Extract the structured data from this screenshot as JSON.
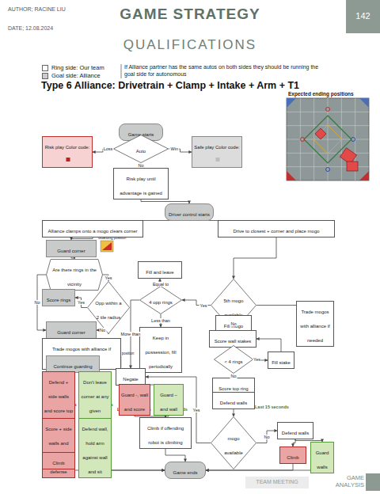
{
  "diagram": {
    "title": "GAME STRATEGY",
    "nodes": [
      {
        "text": [
          "Game starts"
        ]
      },
      {
        "text": [
          "Auto"
        ]
      },
      {
        "text": [
          "Risk play Color code:"
        ]
      },
      {
        "text": [
          "Safe play Color code:"
        ]
      },
      {
        "text": [
          "Risk play until advantage is gained"
        ]
      },
      {
        "text": [
          "Driver control starts"
        ]
      },
      {
        "text": [
          "Alliance clamps onto a mogo clears corner"
        ]
      },
      {
        "text": [
          "Drive to closest + corner and place mogo"
        ]
      },
      {
        "text": [
          "Guard corner"
        ]
      },
      {
        "text": [
          "Are there rings in the vicinity"
        ]
      },
      {
        "text": [
          "Score rings"
        ]
      },
      {
        "text": [
          "Opp within a 2 tile radius"
        ]
      },
      {
        "text": [
          "Guard corner"
        ]
      },
      {
        "text": [
          "Trade mogos with alliance if needed"
        ]
      },
      {
        "text": [
          "Continue guarding"
        ]
      },
      {
        "text": [
          "Defend + side walls and score top ring"
        ]
      },
      {
        "text": [
          "Don't leave corner at any given moment"
        ]
      },
      {
        "text": [
          "Score + side walls and continue defense"
        ]
      },
      {
        "text": [
          "Defend wall, hold arm against wall and sit"
        ]
      },
      {
        "text": [
          "Climb"
        ]
      },
      {
        "text": [
          "Fill and leave"
        ]
      },
      {
        "text": [
          "4 opp rings"
        ]
      },
      {
        "text": [
          "Keep in possession, fill periodically"
        ]
      },
      {
        "text": [
          "Negate"
        ]
      },
      {
        "text": [
          "Guard -, wall and score"
        ]
      },
      {
        "text": [
          "Guard – and wall"
        ]
      },
      {
        "text": [
          "Climb if offending robot is climbing"
        ]
      },
      {
        "text": [
          "Game ends"
        ]
      },
      {
        "text": [
          "5th mogo available"
        ]
      },
      {
        "text": [
          "Fill mogo"
        ]
      },
      {
        "text": [
          "Score wall stakes"
        ]
      },
      {
        "text": [
          "< 4 rings"
        ]
      },
      {
        "text": [
          "Fill stake"
        ]
      },
      {
        "text": [
          "Trade mogos with alliance if needed"
        ]
      },
      {
        "text": [
          "Score top ring"
        ]
      },
      {
        "text": [
          "Defend walls"
        ]
      },
      {
        "text": [
          "mogo available"
        ]
      },
      {
        "text": [
          "Defend walls"
        ]
      },
      {
        "text": [
          "Climb"
        ]
      },
      {
        "text": [
          "Guard walls"
        ]
      }
    ],
    "edges": [
      {
        "from": 0,
        "to": 1,
        "arrow": "to"
      },
      {
        "from": 1,
        "to": 2,
        "label": "Loss",
        "arrow": "to"
      },
      {
        "from": 1,
        "to": 3,
        "label": "Win",
        "arrow": "to"
      },
      {
        "from": 1,
        "to": 4,
        "label": "No",
        "arrow": "to"
      },
      {
        "from": 4,
        "to": 5,
        "arrow": "to"
      },
      {
        "from": 5,
        "to": 6,
        "arrow": "to"
      },
      {
        "from": 5,
        "to": 7,
        "arrow": "to"
      },
      {
        "from": 6,
        "to": 8,
        "arrow": "to"
      },
      {
        "from": 8,
        "to": 9,
        "arrow": "to"
      },
      {
        "from": 9,
        "to": 11,
        "label": "Yes",
        "arrow": "to"
      },
      {
        "from": 11,
        "to": 10,
        "label": "Yes",
        "arrow": "to"
      },
      {
        "from": 9,
        "to": 12,
        "label": "No",
        "arrow": "to"
      },
      {
        "from": 11,
        "to": 12,
        "label": "No",
        "arrow": "to"
      },
      {
        "from": 12,
        "to": 13,
        "arrow": "to"
      },
      {
        "from": 13,
        "to": 14,
        "arrow": "to"
      },
      {
        "from": 14,
        "to": 15,
        "arrow": "to"
      },
      {
        "from": 14,
        "to": 16,
        "arrow": "to"
      },
      {
        "from": 15,
        "to": 17,
        "arrow": "to"
      },
      {
        "from": 16,
        "to": 18,
        "arrow": "to"
      },
      {
        "from": 17,
        "to": 19,
        "arrow": "to"
      },
      {
        "from": 19,
        "to": 27,
        "arrow": "to"
      },
      {
        "from": 18,
        "to": 27,
        "arrow": "to"
      },
      {
        "from": 7,
        "to": 28,
        "arrow": "to"
      },
      {
        "from": 28,
        "to": 21,
        "label": "Yes",
        "arrow": "to"
      },
      {
        "from": 21,
        "to": 20,
        "label": "Equal to",
        "arrow": "to"
      },
      {
        "from": 21,
        "to": 22,
        "label": "Less than",
        "arrow": "to"
      },
      {
        "from": 21,
        "to": 23,
        "label": "More than",
        "arrow": "to"
      },
      {
        "from": 23,
        "to": 24,
        "arrow": "to"
      },
      {
        "from": 23,
        "to": 25,
        "arrow": "to"
      },
      {
        "from": 24,
        "to": 26,
        "arrow": "to"
      },
      {
        "from": 25,
        "to": 26,
        "arrow": "to"
      },
      {
        "from": 26,
        "to": 27,
        "arrow": "to"
      },
      {
        "from": 28,
        "to": 29,
        "label": "No",
        "arrow": "to"
      },
      {
        "from": 29,
        "to": 30,
        "arrow": "to"
      },
      {
        "from": 30,
        "to": 31,
        "arrow": "to"
      },
      {
        "from": 31,
        "to": 32,
        "label": "Yes",
        "arrow": "to"
      },
      {
        "from": 32,
        "to": 30,
        "arrow": "to"
      },
      {
        "from": 31,
        "to": 34,
        "label": "No",
        "arrow": "to"
      },
      {
        "from": 34,
        "to": 35,
        "arrow": "to"
      },
      {
        "from": 35,
        "to": 36,
        "arrow": "to"
      },
      {
        "from": 28,
        "to": 33,
        "arrow": "to"
      },
      {
        "from": 36,
        "to": 37,
        "label": "No",
        "arrow": "to"
      },
      {
        "from": 36,
        "to": 23,
        "label": "Yes",
        "arrow": "to"
      },
      {
        "from": 37,
        "to": 38,
        "arrow": "to"
      },
      {
        "from": 37,
        "to": 39,
        "arrow": "to"
      },
      {
        "from": 38,
        "to": 27,
        "arrow": "to"
      },
      {
        "from": 39,
        "to": 27,
        "arrow": "to"
      }
    ],
    "labels": [
      "AUTHOR; RACINE LIU",
      "DATE; 12.08.2024",
      "QUALIFICATIONS",
      "142",
      "Type 6 Alliance: Drivetrain + Clamp + Intake + Arm + T1",
      "If Alliance partner has the same autos on both sides they should be running the goal side for autonomous",
      "Expected ending positions",
      "Guarding position",
      "Guarding position",
      "Last 15 seconds",
      "Last 15 seconds",
      "Last 15 seconds",
      "Last 15 seconds",
      "Last 15 seconds",
      "Last 15 seconds",
      "TEAM MEETING",
      "GAME ANALYSIS"
    ],
    "legend": [
      {
        "text": "Ring side: Our team",
        "color": "#ffffff"
      },
      {
        "text": "Goal side: Alliance",
        "color": "#cccccc"
      }
    ]
  }
}
